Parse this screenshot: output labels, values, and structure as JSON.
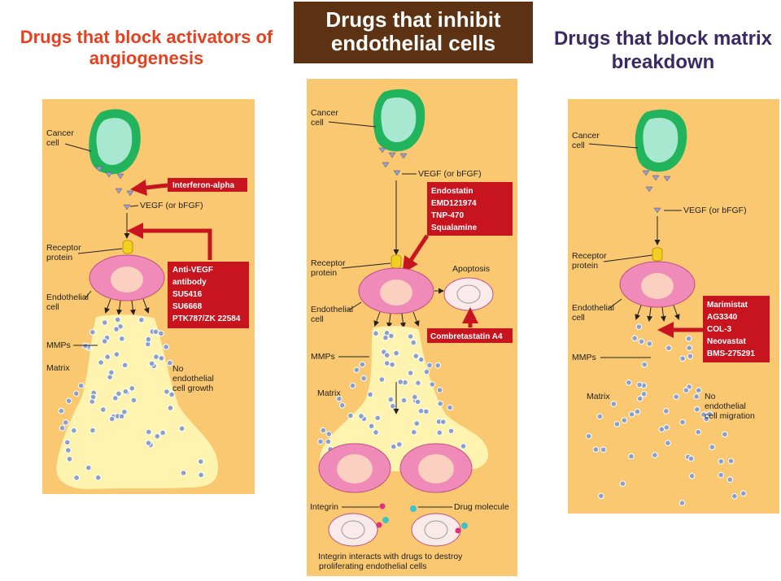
{
  "titles": {
    "left": "Drugs that block activators of angiogenesis",
    "center": "Drugs that inhibit endothelial cells",
    "right": "Drugs that block matrix breakdown"
  },
  "labels": {
    "cancer_cell": [
      "Cancer",
      "cell"
    ],
    "vegf": "VEGF (or bFGF)",
    "receptor_protein": [
      "Receptor",
      "protein"
    ],
    "endothelial_cell": [
      "Endothelial",
      "cell"
    ],
    "mmps": "MMPs",
    "matrix": "Matrix",
    "no_growth": [
      "No",
      "endothelial",
      "cell growth"
    ],
    "no_migration": [
      "No",
      "endothelial",
      "cell migration"
    ],
    "apoptosis": "Apoptosis",
    "integrin": "Integrin",
    "drug_molecule": "Drug molecule",
    "integrin_caption": [
      "Integrin interacts with drugs to destroy",
      "proliferating endothelial cells"
    ]
  },
  "drug_boxes": {
    "interferon": "Interferon-alpha",
    "anti_vegf": [
      "Anti-VEGF",
      "antibody",
      "SU5416",
      "SU6668",
      "PTK787/ZK 22584"
    ],
    "endostatin": [
      "Endostatin",
      "EMD121974",
      "TNP-470",
      "Squalamine"
    ],
    "combretastatin": "Combretastatin A4",
    "marimistat": [
      "Marimistat",
      "AG3340",
      "COL-3",
      "Neovastat",
      "BMS-275291"
    ]
  },
  "colors": {
    "panel": "#f9c870",
    "drug_box": "#c8141e",
    "cancer_cell_outer": "#22b45c",
    "cancer_cell_inner": "#a8e8d0",
    "endothelial_cell": "#f08ab8",
    "matrix": "#fff3b0",
    "mmp": "#8aa0cc",
    "vegf": "#9c9ad0",
    "receptor": "#f2d020"
  }
}
